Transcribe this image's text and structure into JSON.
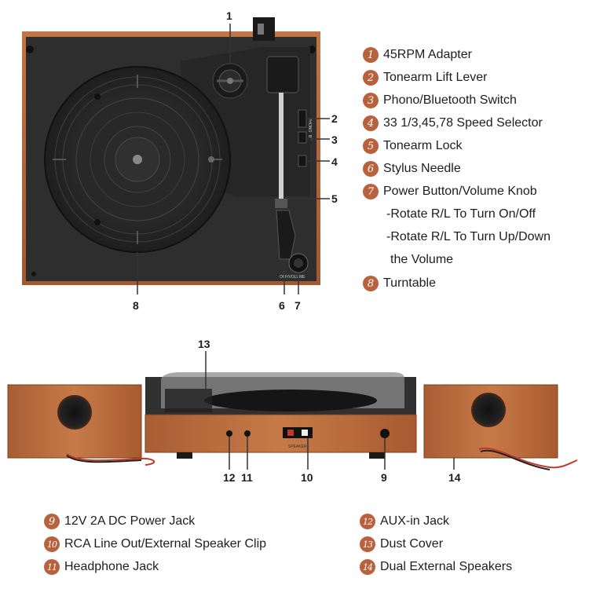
{
  "callouts": {
    "c1": "1",
    "c2": "2",
    "c3": "3",
    "c4": "4",
    "c5": "5",
    "c6": "6",
    "c7": "7",
    "c8": "8",
    "c9": "9",
    "c10": "10",
    "c11": "11",
    "c12": "12",
    "c13": "13",
    "c14": "14"
  },
  "device_labels": {
    "phono": "PHONO",
    "bt": "BT",
    "volume": "OFF/VOLUME",
    "speaker": "SPEAKER"
  },
  "legend_top": [
    {
      "num": "1",
      "text": "45RPM Adapter"
    },
    {
      "num": "2",
      "text": "Tonearm Lift Lever"
    },
    {
      "num": "3",
      "text": "Phono/Bluetooth Switch"
    },
    {
      "num": "4",
      "text": "33 1/3,45,78 Speed Selector"
    },
    {
      "num": "5",
      "text": "Tonearm Lock"
    },
    {
      "num": "6",
      "text": "Stylus Needle"
    },
    {
      "num": "7",
      "text": "Power Button/Volume Knob"
    },
    {
      "num": "8",
      "text": "Turntable"
    }
  ],
  "legend_sub": [
    "-Rotate R/L To Turn On/Off",
    "-Rotate R/L To Turn Up/Down",
    "the Volume"
  ],
  "legend_bottom_left": [
    {
      "num": "9",
      "text": "12V 2A DC Power Jack"
    },
    {
      "num": "10",
      "text": "RCA Line Out/External Speaker Clip"
    },
    {
      "num": "11",
      "text": "Headphone Jack"
    }
  ],
  "legend_bottom_right": [
    {
      "num": "12",
      "text": "AUX-in Jack"
    },
    {
      "num": "13",
      "text": "Dust Cover"
    },
    {
      "num": "14",
      "text": "Dual External Speakers"
    }
  ],
  "colors": {
    "wood": "#b86a3c",
    "wood_dark": "#8f4a26",
    "plate": "#2b2b2b",
    "badge": "#b8613d"
  }
}
